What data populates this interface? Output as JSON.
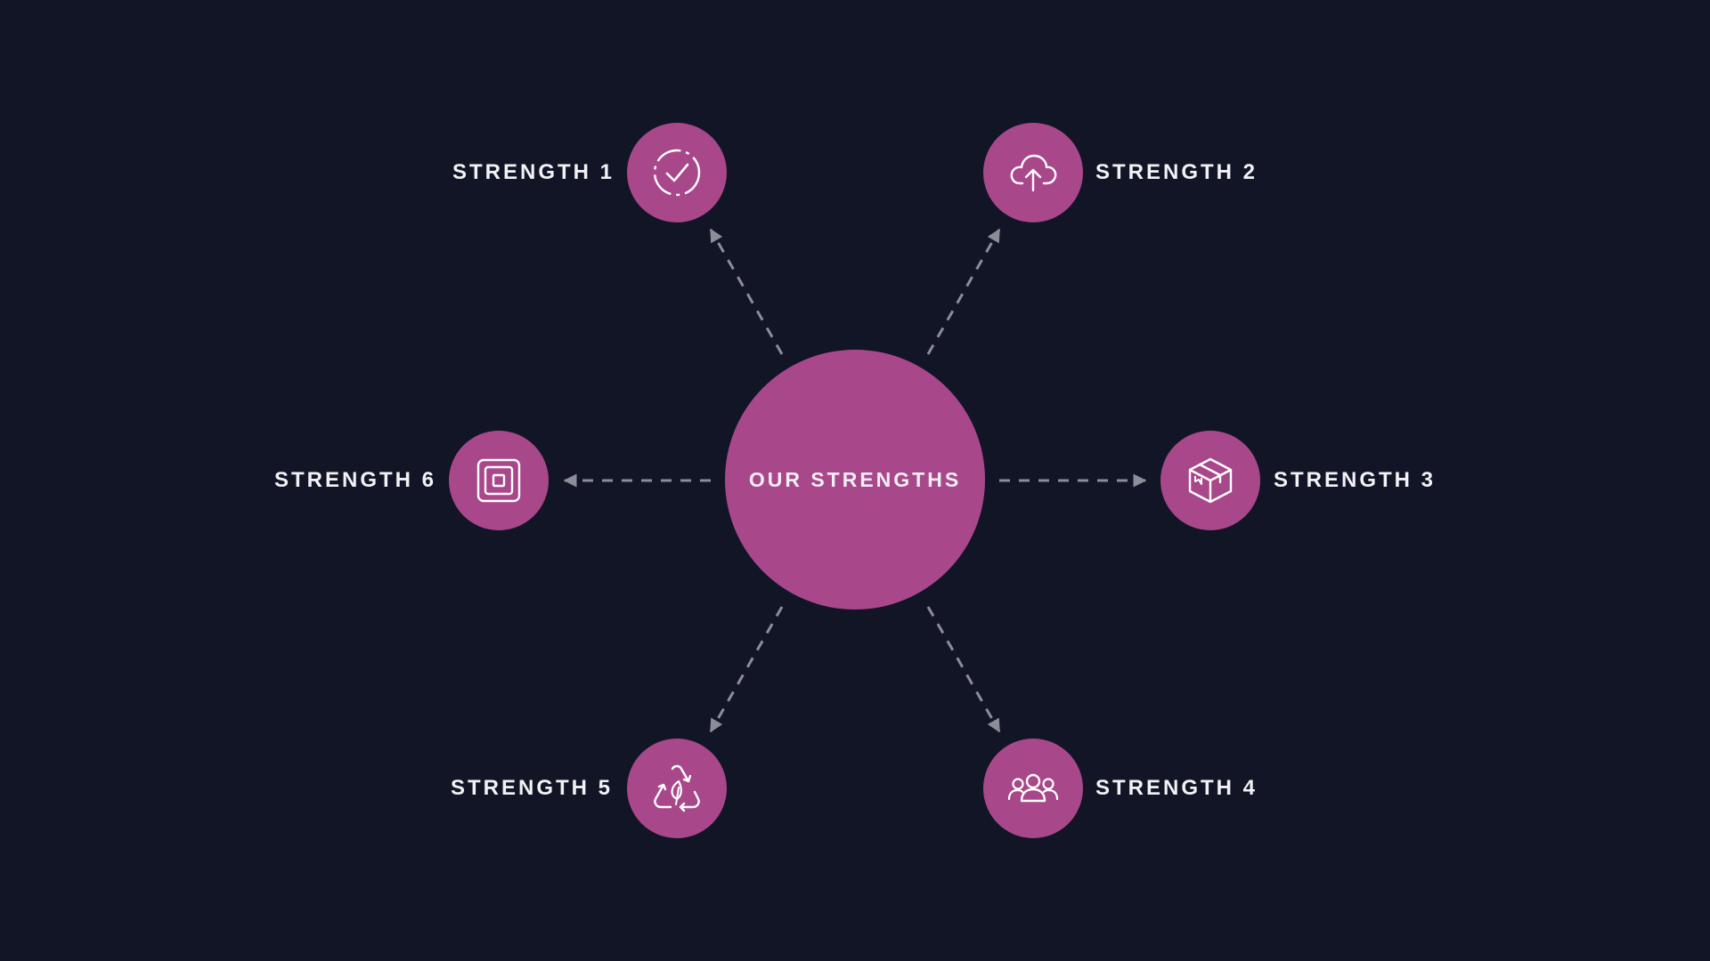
{
  "hub": {
    "label": "OUR STRENGTHS"
  },
  "strengths": [
    {
      "label": "STRENGTH 1",
      "icon": "check-circle-icon"
    },
    {
      "label": "STRENGTH 2",
      "icon": "cloud-upload-icon"
    },
    {
      "label": "STRENGTH 3",
      "icon": "package-box-icon"
    },
    {
      "label": "STRENGTH 4",
      "icon": "users-group-icon"
    },
    {
      "label": "STRENGTH 5",
      "icon": "recycle-leaf-icon"
    },
    {
      "label": "STRENGTH 6",
      "icon": "square-target-icon"
    }
  ],
  "colors": {
    "background": "#121526",
    "accent": "#a8488a",
    "connector": "#8c8d99",
    "text": "#f2f2f5"
  }
}
